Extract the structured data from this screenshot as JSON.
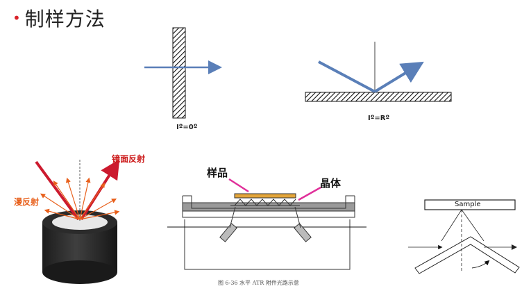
{
  "slide": {
    "bullet": "•",
    "title": "制样方法"
  },
  "diagram_transmission": {
    "label": "Iº=0º"
  },
  "diagram_reflection": {
    "label": "Iº=Rº"
  },
  "diagram_diffuse": {
    "specular_label": "镜面反射",
    "diffuse_label": "漫反射"
  },
  "diagram_atr": {
    "sample_label": "样品",
    "crystal_label": "晶体",
    "caption": "图 6-36   水平 ATR 附件光路示意"
  },
  "diagram_sample": {
    "label": "Sample"
  },
  "colors": {
    "title_bullet": "#d9232a",
    "beam": "#5a7fb8",
    "specular": "#cc1a2e",
    "diffuse": "#e8601c",
    "sample_bar": "#e3a53a"
  }
}
